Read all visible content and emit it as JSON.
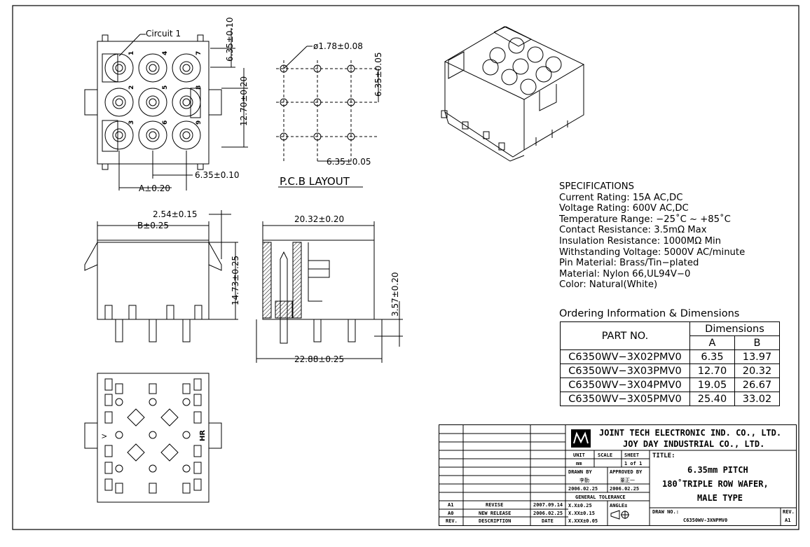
{
  "front_view": {
    "circuit_label": "Circuit 1",
    "pin_numbers": [
      "1",
      "2",
      "3",
      "4",
      "5",
      "6",
      "7",
      "8",
      "9"
    ],
    "dim_top_right": "6.35±0.10",
    "dim_right": "12.70±0.20",
    "dim_bottom_pitch": "6.35±0.10",
    "dim_bottom_a": "A±0.20"
  },
  "pcb_layout": {
    "hole_dia": "ø1.78±0.08",
    "dim_vertical": "6.35±0.05",
    "dim_horizontal": "6.35±0.05",
    "title": "P.C.B LAYOUT"
  },
  "side_view": {
    "dim_b": "B±0.25",
    "dim_top": "2.54±0.15",
    "dim_height": "14.73±0.25"
  },
  "section_view": {
    "dim_top": "20.32±0.20",
    "dim_bottom": "22.88±0.25",
    "dim_right": "3.57±0.20"
  },
  "bottom_view": {
    "left_mark": "V",
    "right_mark": "HR"
  },
  "specifications": {
    "heading": "SPECIFICATIONS",
    "lines": [
      "Current Rating: 15A AC,DC",
      "Voltage Rating: 600V AC,DC",
      "Temperature Range: −25˚C ~ +85˚C",
      "Contact Resistance: 3.5mΩ Max",
      "Insulation Resistance: 1000MΩ Min",
      "Withstanding Voltage: 5000V AC/minute",
      "Pin Material: Brass/Tin−plated",
      "Material: Nylon 66,UL94V−0",
      "Color: Natural(White)"
    ]
  },
  "ordering": {
    "title": "Ordering Information & Dimensions",
    "header_part": "PART NO.",
    "header_dims": "Dimensions",
    "header_a": "A",
    "header_b": "B",
    "rows": [
      {
        "part": "C6350WV−3X02PMV0",
        "a": "6.35",
        "b": "13.97"
      },
      {
        "part": "C6350WV−3X03PMV0",
        "a": "12.70",
        "b": "20.32"
      },
      {
        "part": "C6350WV−3X04PMV0",
        "a": "19.05",
        "b": "26.67"
      },
      {
        "part": "C6350WV−3X05PMV0",
        "a": "25.40",
        "b": "33.02"
      }
    ]
  },
  "title_block": {
    "company1": "JOINT TECH ELECTRONIC IND. CO., LTD.",
    "company2": "JOY DAY INDUSTRIAL CO., LTD.",
    "unit_label": "UNIT",
    "unit_value": "mm",
    "scale_label": "SCALE",
    "sheet_label": "SHEET",
    "sheet_value": "1 of 1",
    "drawn_by_label": "DRAWN BY",
    "drawn_by_value": "李勤",
    "approved_by_label": "APPROVED BY",
    "approved_by_value": "董正一",
    "drawn_date": "2006.02.25",
    "approved_date": "2006.02.25",
    "general_tolerance": "GENERAL TOLERANCE",
    "tol1": "X.X±0.25",
    "tol2": "X.XX±0.15",
    "tol3": "X.XXX±0.05",
    "angle_label": "ANGLE±",
    "title_label": "TITLE:",
    "title_line1": "6.35mm PITCH",
    "title_line2": "180˚TRIPLE ROW WAFER,",
    "title_line3": "MALE TYPE",
    "drawing_no_label": "DRAW NO.:",
    "drawing_no": "C6350WV-3XNPMV0",
    "rev_label": "REV.",
    "rev_value": "A1",
    "revisions": [
      {
        "rev": "A1",
        "desc": "REVISE",
        "date": "2007.09.14"
      },
      {
        "rev": "A0",
        "desc": "NEW RELEASE",
        "date": "2006.02.25"
      }
    ],
    "rev_header": "REV.",
    "desc_header": "DESCRIPTION",
    "date_header": "DATE"
  }
}
